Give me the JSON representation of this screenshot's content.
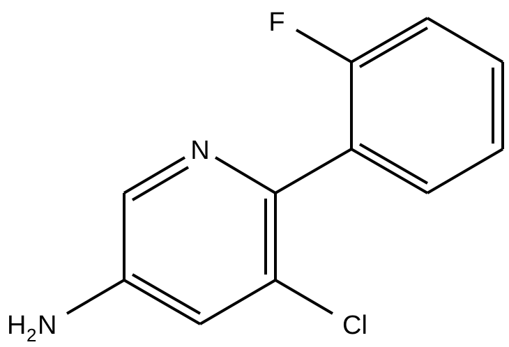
{
  "atoms": {
    "fluorine": "F",
    "nitrogen": "N",
    "amine_h": "H",
    "amine_h_count": "2",
    "amine_n": "N",
    "chlorine": "Cl"
  }
}
